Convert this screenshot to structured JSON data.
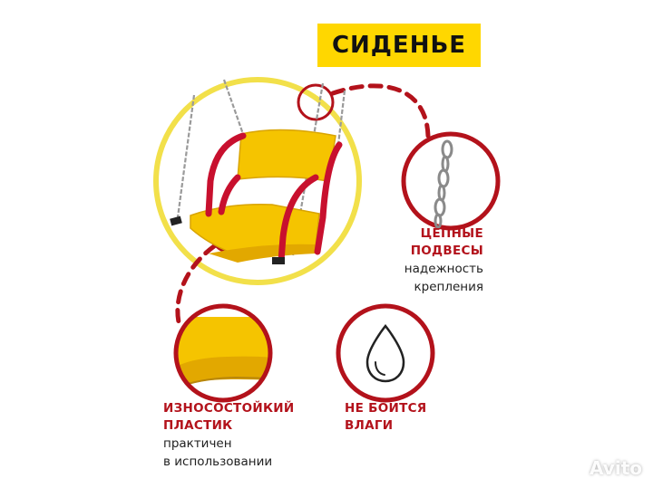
{
  "title": "СИДЕНЬЕ",
  "features": {
    "chains": {
      "heading_line1": "ЦЕПНЫЕ",
      "heading_line2": "ПОДВЕСЫ",
      "text_line1": "надежность",
      "text_line2": "крепления",
      "icon": "chain-icon"
    },
    "plastic": {
      "heading_line1": "ИЗНОСОСТОЙКИЙ",
      "heading_line2": "ПЛАСТИК",
      "text_line1": "практичен",
      "text_line2": "в использовании",
      "icon": "plastic-edge-icon"
    },
    "moisture": {
      "heading_line1": "НЕ БОИТСЯ",
      "heading_line2": "ВЛАГИ",
      "icon": "water-drop-icon"
    }
  },
  "watermark": "Avito",
  "colors": {
    "accent_red": "#b3121b",
    "badge_yellow": "#ffd700",
    "ring_yellow": "#f2e04a",
    "seat_yellow": "#f5c400",
    "frame_red": "#c8102e"
  }
}
